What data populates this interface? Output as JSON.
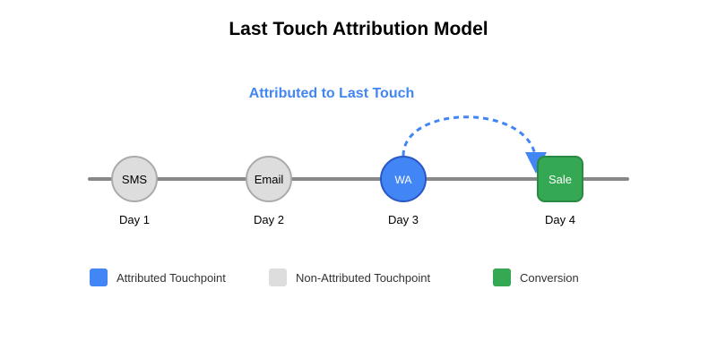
{
  "title": "Last Touch Attribution Model",
  "annotation": "Attributed to Last Touch",
  "touchpoints": [
    {
      "label": "SMS",
      "day": "Day 1",
      "type": "non-attributed"
    },
    {
      "label": "Email",
      "day": "Day 2",
      "type": "non-attributed"
    },
    {
      "label": "WA",
      "day": "Day 3",
      "type": "attributed"
    },
    {
      "label": "Sale",
      "day": "Day 4",
      "type": "conversion"
    }
  ],
  "legend": [
    {
      "label": "Attributed Touchpoint",
      "color": "#4285f4"
    },
    {
      "label": "Non-Attributed Touchpoint",
      "color": "#dddddd"
    },
    {
      "label": "Conversion",
      "color": "#34a853"
    }
  ],
  "colors": {
    "attributed": "#4285f4",
    "non_attributed": "#dddddd",
    "conversion": "#34a853",
    "timeline": "#888888"
  }
}
